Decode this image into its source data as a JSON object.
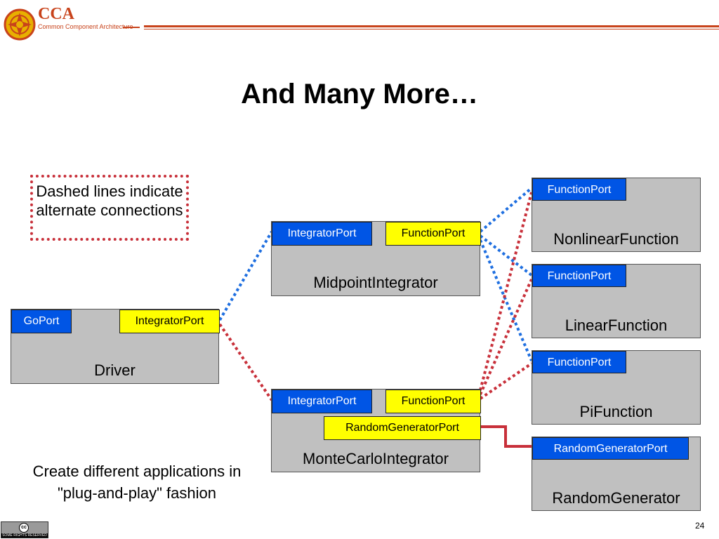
{
  "header": {
    "logo_title": "CCA",
    "logo_subtitle": "Common Component Architecture"
  },
  "title": "And Many More…",
  "note": "Dashed lines indicate alternate connections",
  "caption": "Create different applications in \"plug-and-play\" fashion",
  "page_number": "24",
  "license_badge": {
    "icon": "cc",
    "text": "SOME RIGHTS RESERVED"
  },
  "colors": {
    "accent": "#c8431b",
    "uses_port": "#ffff00",
    "provides_port": "#0055e5",
    "component": "#c0c0c0",
    "alt_connection_blue": "#1f6fe0",
    "alt_connection_red": "#c8303a",
    "solid_connection": "#c8303a"
  },
  "components": {
    "driver": {
      "name": "Driver",
      "ports": [
        "GoPort",
        "IntegratorPort"
      ]
    },
    "midpoint": {
      "name": "MidpointIntegrator",
      "ports": [
        "IntegratorPort",
        "FunctionPort"
      ]
    },
    "montecarlo": {
      "name": "MonteCarloIntegrator",
      "ports": [
        "IntegratorPort",
        "FunctionPort",
        "RandomGeneratorPort"
      ]
    },
    "nonlinear": {
      "name": "NonlinearFunction",
      "ports": [
        "FunctionPort"
      ]
    },
    "linear": {
      "name": "LinearFunction",
      "ports": [
        "FunctionPort"
      ]
    },
    "pi": {
      "name": "PiFunction",
      "ports": [
        "FunctionPort"
      ]
    },
    "random": {
      "name": "RandomGenerator",
      "ports": [
        "RandomGeneratorPort"
      ]
    }
  }
}
